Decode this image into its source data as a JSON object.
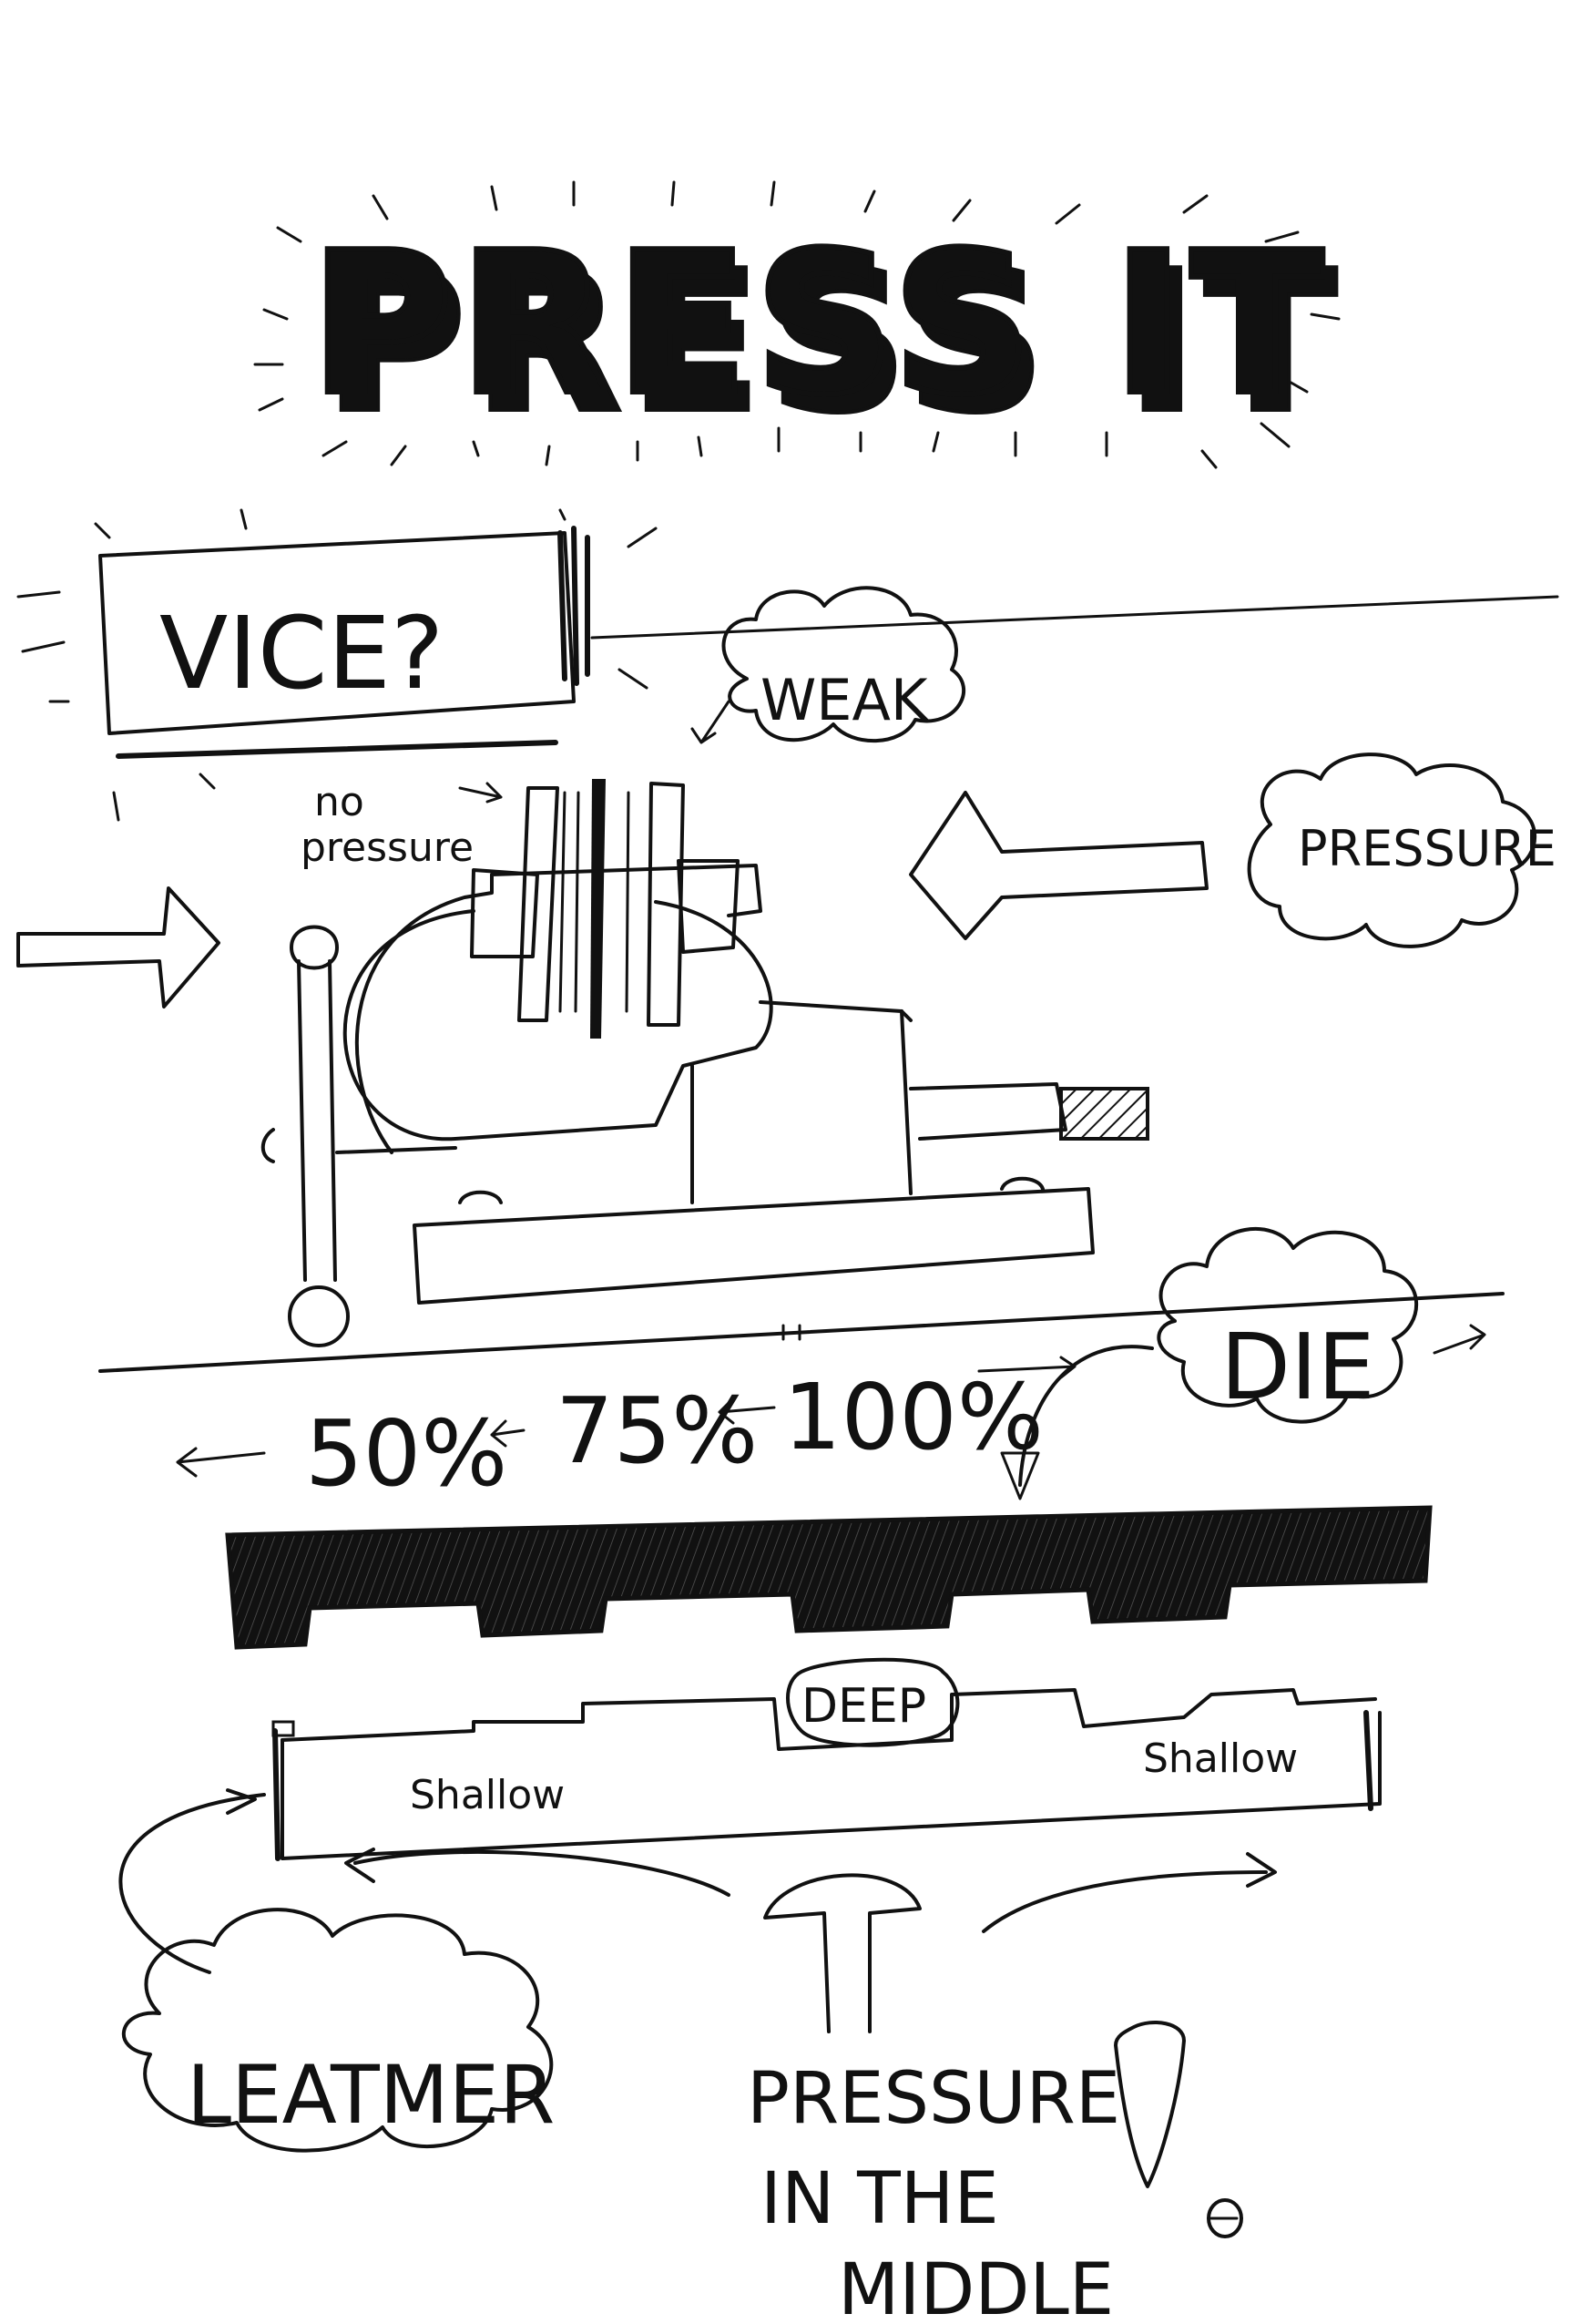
{
  "title": "PRESS IT",
  "vice_label": "VICE?",
  "labels": {
    "weak": "WEAK",
    "no_pressure_line1": "no",
    "no_pressure_line2": "pressure",
    "pressure": "PRESSURE",
    "die": "DIE",
    "pct_50": "50%",
    "pct_75": "75%",
    "pct_100": "100%",
    "deep": "DEEP",
    "shallow_left": "Shallow",
    "shallow_right": "Shallow",
    "leather": "LEATMER",
    "middle_line1": "PRESSURE",
    "middle_line2": "IN THE",
    "middle_line3": "MIDDLE",
    "exclaim": "!"
  },
  "colors": {
    "ink": "#111111",
    "paper": "#ffffff"
  }
}
